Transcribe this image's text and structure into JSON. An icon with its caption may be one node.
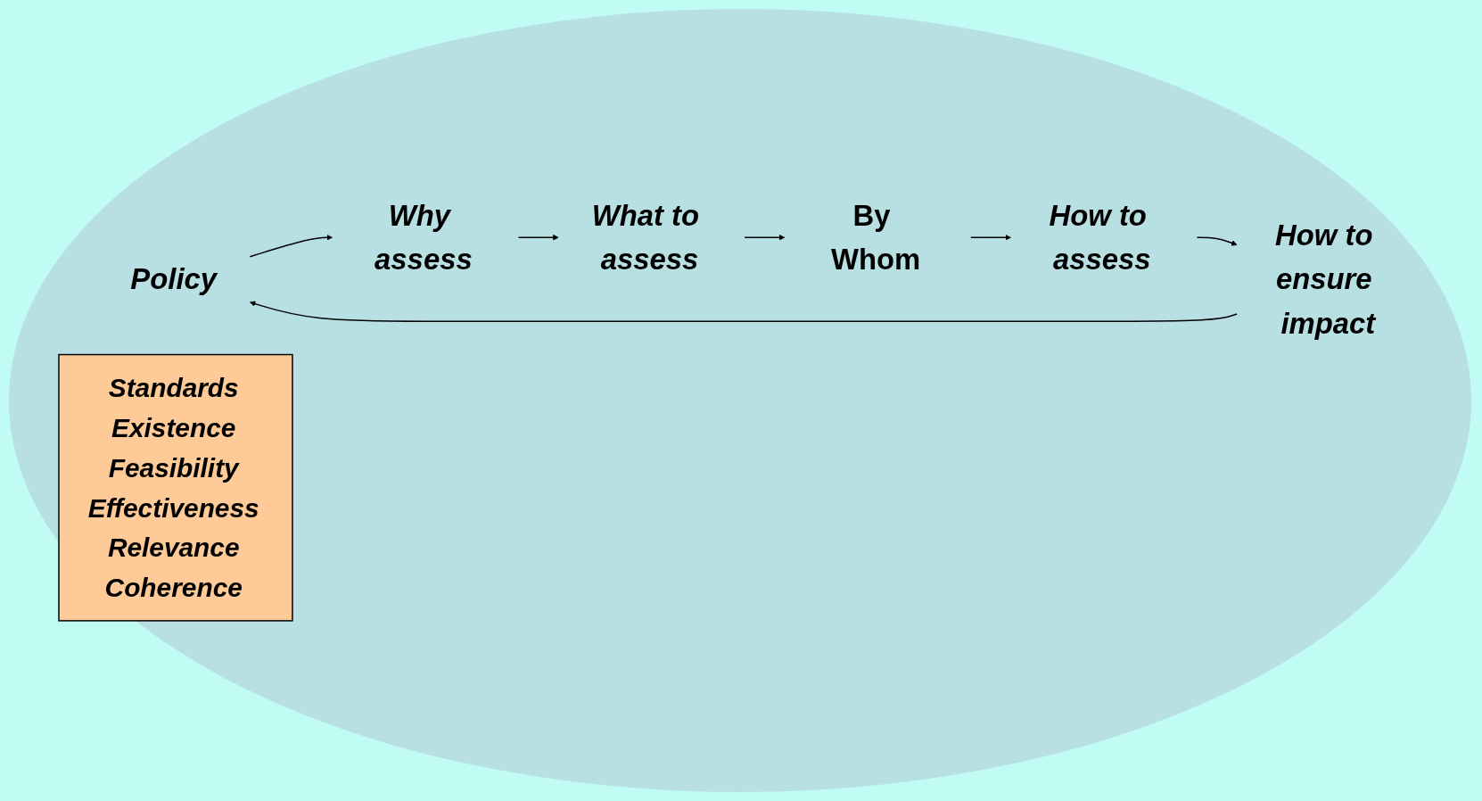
{
  "diagram": {
    "nodes": [
      {
        "text": [
          "Policy"
        ]
      },
      {
        "text": [
          "Why assess"
        ]
      },
      {
        "text": [
          "What to assess"
        ]
      },
      {
        "text": [
          "By Whom"
        ]
      },
      {
        "text": [
          "How to assess"
        ]
      },
      {
        "text": [
          "How to ensure impact"
        ]
      },
      {
        "text": [
          "Standards",
          "Existence",
          "Feasibility",
          "Effectiveness",
          "Relevance",
          "Coherence"
        ]
      }
    ],
    "edges": [
      {
        "from": 0,
        "to": 1,
        "arrow": "to"
      },
      {
        "from": 1,
        "to": 2,
        "arrow": "to"
      },
      {
        "from": 2,
        "to": 3,
        "arrow": "to"
      },
      {
        "from": 3,
        "to": 4,
        "arrow": "to"
      },
      {
        "from": 4,
        "to": 5,
        "arrow": "to"
      },
      {
        "from": 5,
        "to": 0,
        "arrow": "to"
      }
    ]
  }
}
